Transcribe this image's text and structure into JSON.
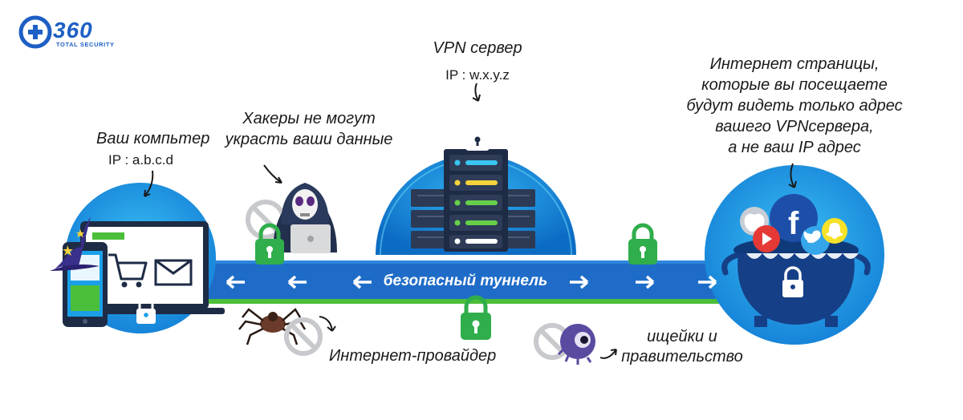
{
  "logo": {
    "number": "360",
    "subtitle": "TOTAL SECURITY",
    "brand_color": "#1d5fc4"
  },
  "labels": {
    "vpn_server": "VPN сервер",
    "vpn_ip": "IP : w.x.y.z",
    "your_computer": "Ваш компьтер",
    "computer_ip": "IP : a.b.c.d",
    "hackers_line1": "Хакеры не могут",
    "hackers_line2": "украсть ваши данные",
    "websites_line1": "Интернет страницы,",
    "websites_line2": "которые вы посещаете",
    "websites_line3": "будут видеть только адрес",
    "websites_line4": "вашего VPNсервера,",
    "websites_line5": "а не ваш IP адрес",
    "tunnel": "безопасный туннель",
    "isp": "Интернет-провайдер",
    "spies_line1": "ищейки и",
    "spies_line2": "правительство"
  },
  "colors": {
    "tunnel_blue": "#1f6cc8",
    "tunnel_green": "#4bbf3a",
    "circle_blue": "#1aa0e8",
    "lock_green": "#2fae4b",
    "server_dark": "#1e2b45"
  },
  "icons": [
    "logo-plus-icon",
    "computer-icon",
    "phone-icon",
    "wizard-hat-icon",
    "cart-icon",
    "envelope-icon",
    "hacker-icon",
    "server-icon",
    "lock-icon",
    "cauldron-icon",
    "facebook-icon",
    "twitter-icon",
    "youtube-icon",
    "apple-icon",
    "snapchat-icon",
    "spider-icon",
    "eye-icon",
    "no-sign-icon",
    "arrow-icon"
  ]
}
